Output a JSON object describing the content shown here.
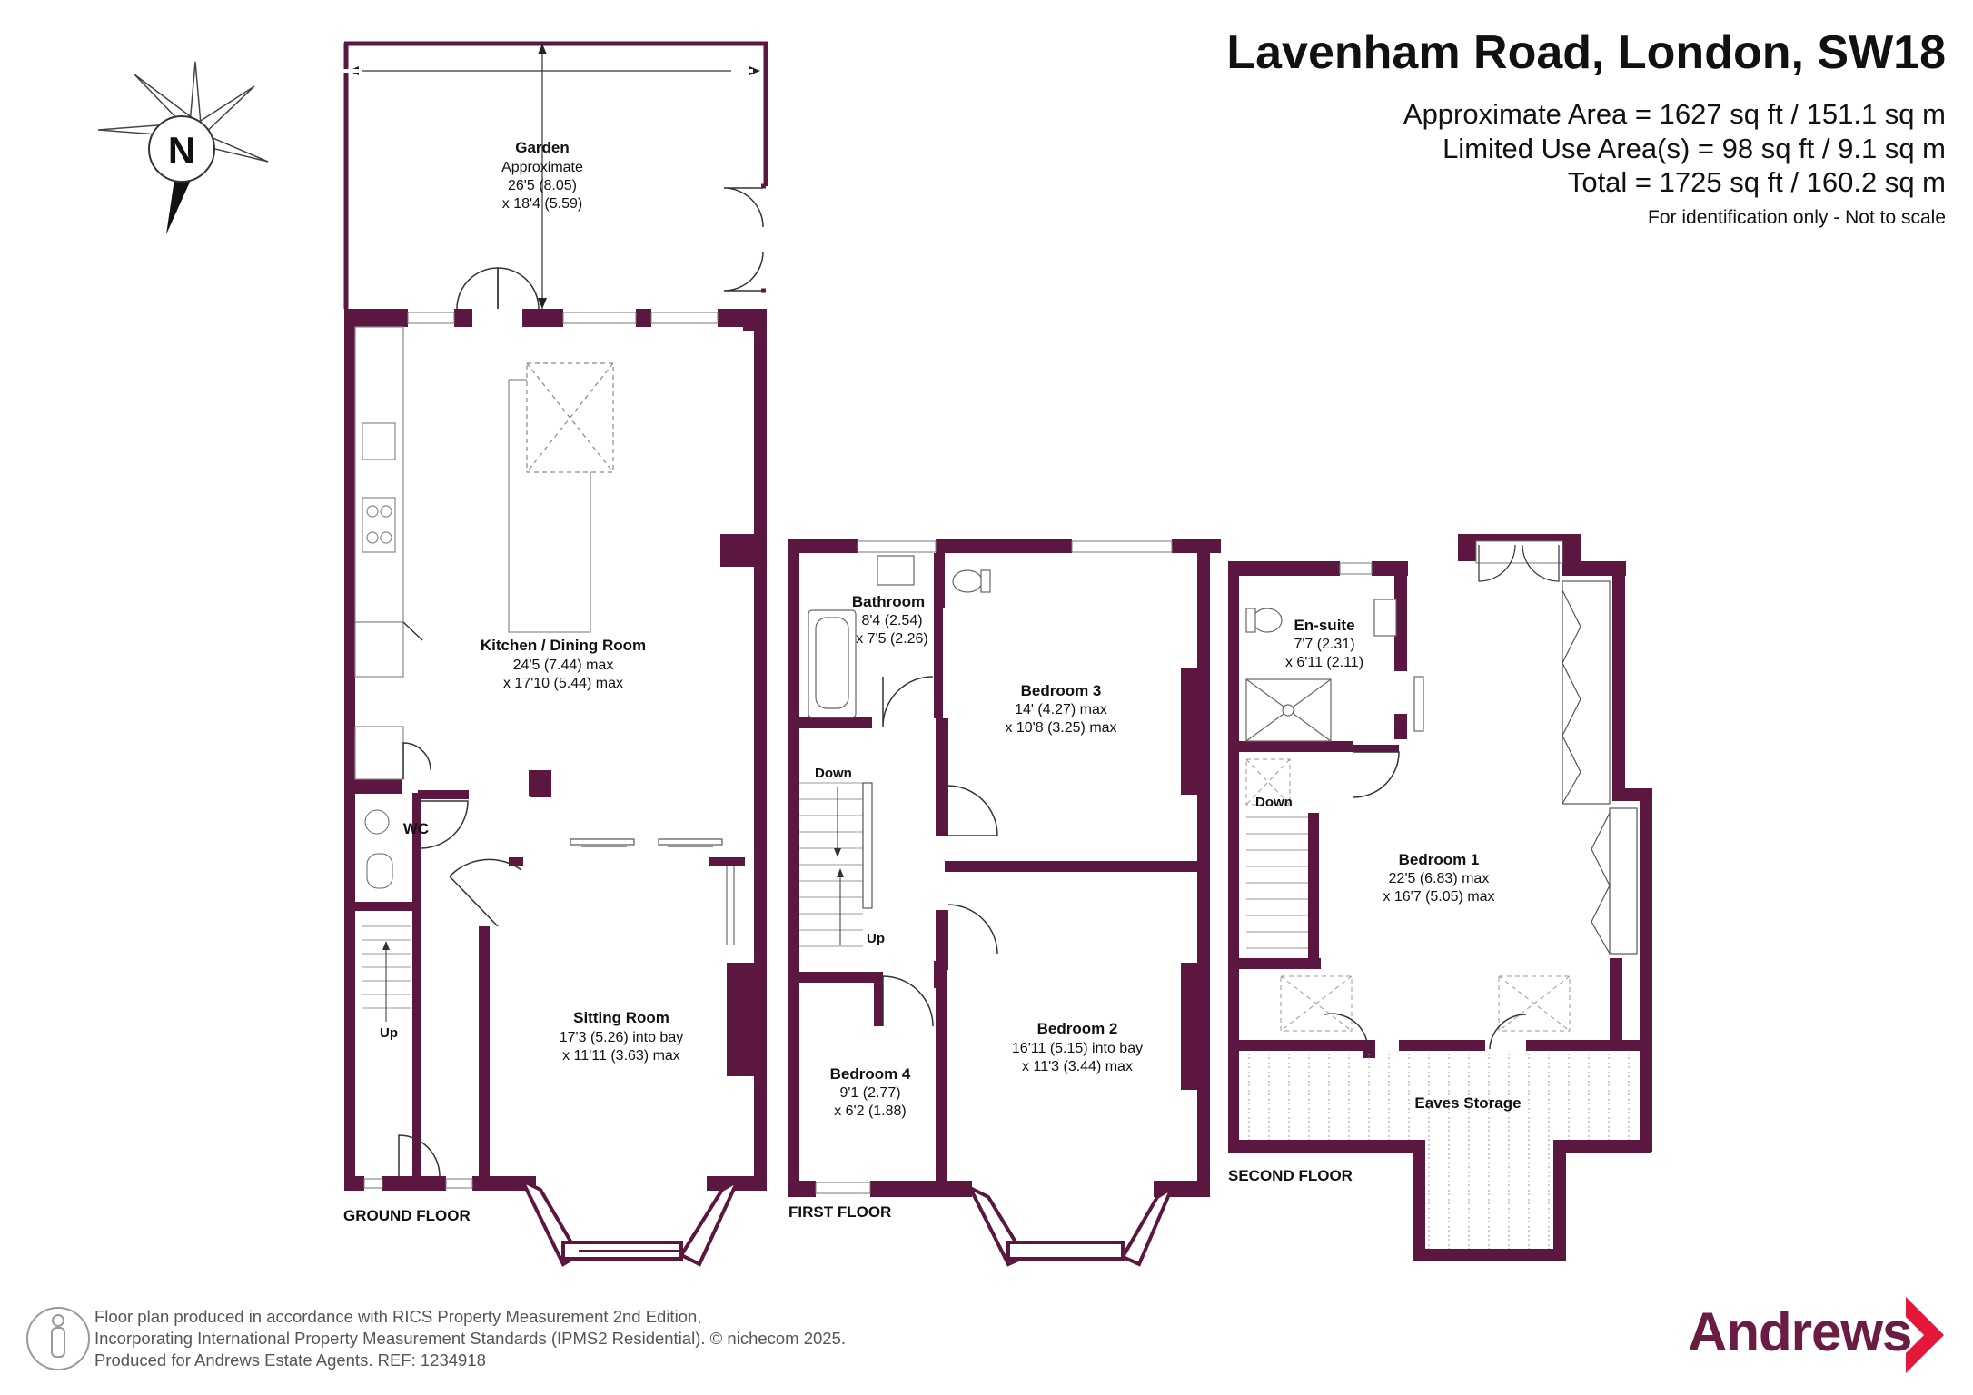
{
  "header": {
    "title": "Lavenham Road, London, SW18",
    "area_line": "Approximate Area = 1627 sq ft / 151.1 sq m",
    "limited_line": "Limited Use Area(s) = 98 sq ft / 9.1 sq m",
    "total_line": "Total = 1725 sq ft / 160.2 sq m",
    "note": "For identification only - Not to scale"
  },
  "compass": {
    "label": "N"
  },
  "floors": {
    "ground": "GROUND FLOOR",
    "first": "FIRST FLOOR",
    "second": "SECOND FLOOR"
  },
  "rooms": {
    "garden": {
      "name": "Garden",
      "l1": "Approximate",
      "l2": "26'5 (8.05)",
      "l3": "x 18'4 (5.59)"
    },
    "kitchen": {
      "name": "Kitchen / Dining Room",
      "l1": "24'5 (7.44) max",
      "l2": "x 17'10 (5.44) max"
    },
    "wc": {
      "name": "WC"
    },
    "sitting": {
      "name": "Sitting Room",
      "l1": "17'3 (5.26) into bay",
      "l2": "x 11'11 (3.63) max"
    },
    "bathroom": {
      "name": "Bathroom",
      "l1": "8'4 (2.54)",
      "l2": "x 7'5 (2.26)"
    },
    "bedroom3": {
      "name": "Bedroom 3",
      "l1": "14' (4.27) max",
      "l2": "x 10'8 (3.25) max"
    },
    "bedroom2": {
      "name": "Bedroom 2",
      "l1": "16'11 (5.15) into bay",
      "l2": "x 11'3 (3.44) max"
    },
    "bedroom4": {
      "name": "Bedroom 4",
      "l1": "9'1 (2.77)",
      "l2": "x 6'2 (1.88)"
    },
    "ensuite": {
      "name": "En-suite",
      "l1": "7'7 (2.31)",
      "l2": "x 6'11 (2.11)"
    },
    "bedroom1": {
      "name": "Bedroom 1",
      "l1": "22'5 (6.83) max",
      "l2": "x 16'7 (5.05) max"
    },
    "eaves": {
      "name": "Eaves Storage"
    }
  },
  "stairs": {
    "up_ground": "Up",
    "down_first": "Down",
    "up_first": "Up",
    "down_second": "Down"
  },
  "footer": {
    "line1": "Floor plan produced in accordance with RICS Property Measurement 2nd Edition,",
    "line2": "Incorporating International Property Measurement Standards (IPMS2 Residential).   © nichecom 2025.",
    "line3": "Produced for Andrews Estate Agents.   REF: 1234918"
  },
  "brand": {
    "name": "Andrews"
  },
  "colors": {
    "wall": "#5b1740",
    "brand": "#6a1c43",
    "arrow": "#e4163a"
  }
}
